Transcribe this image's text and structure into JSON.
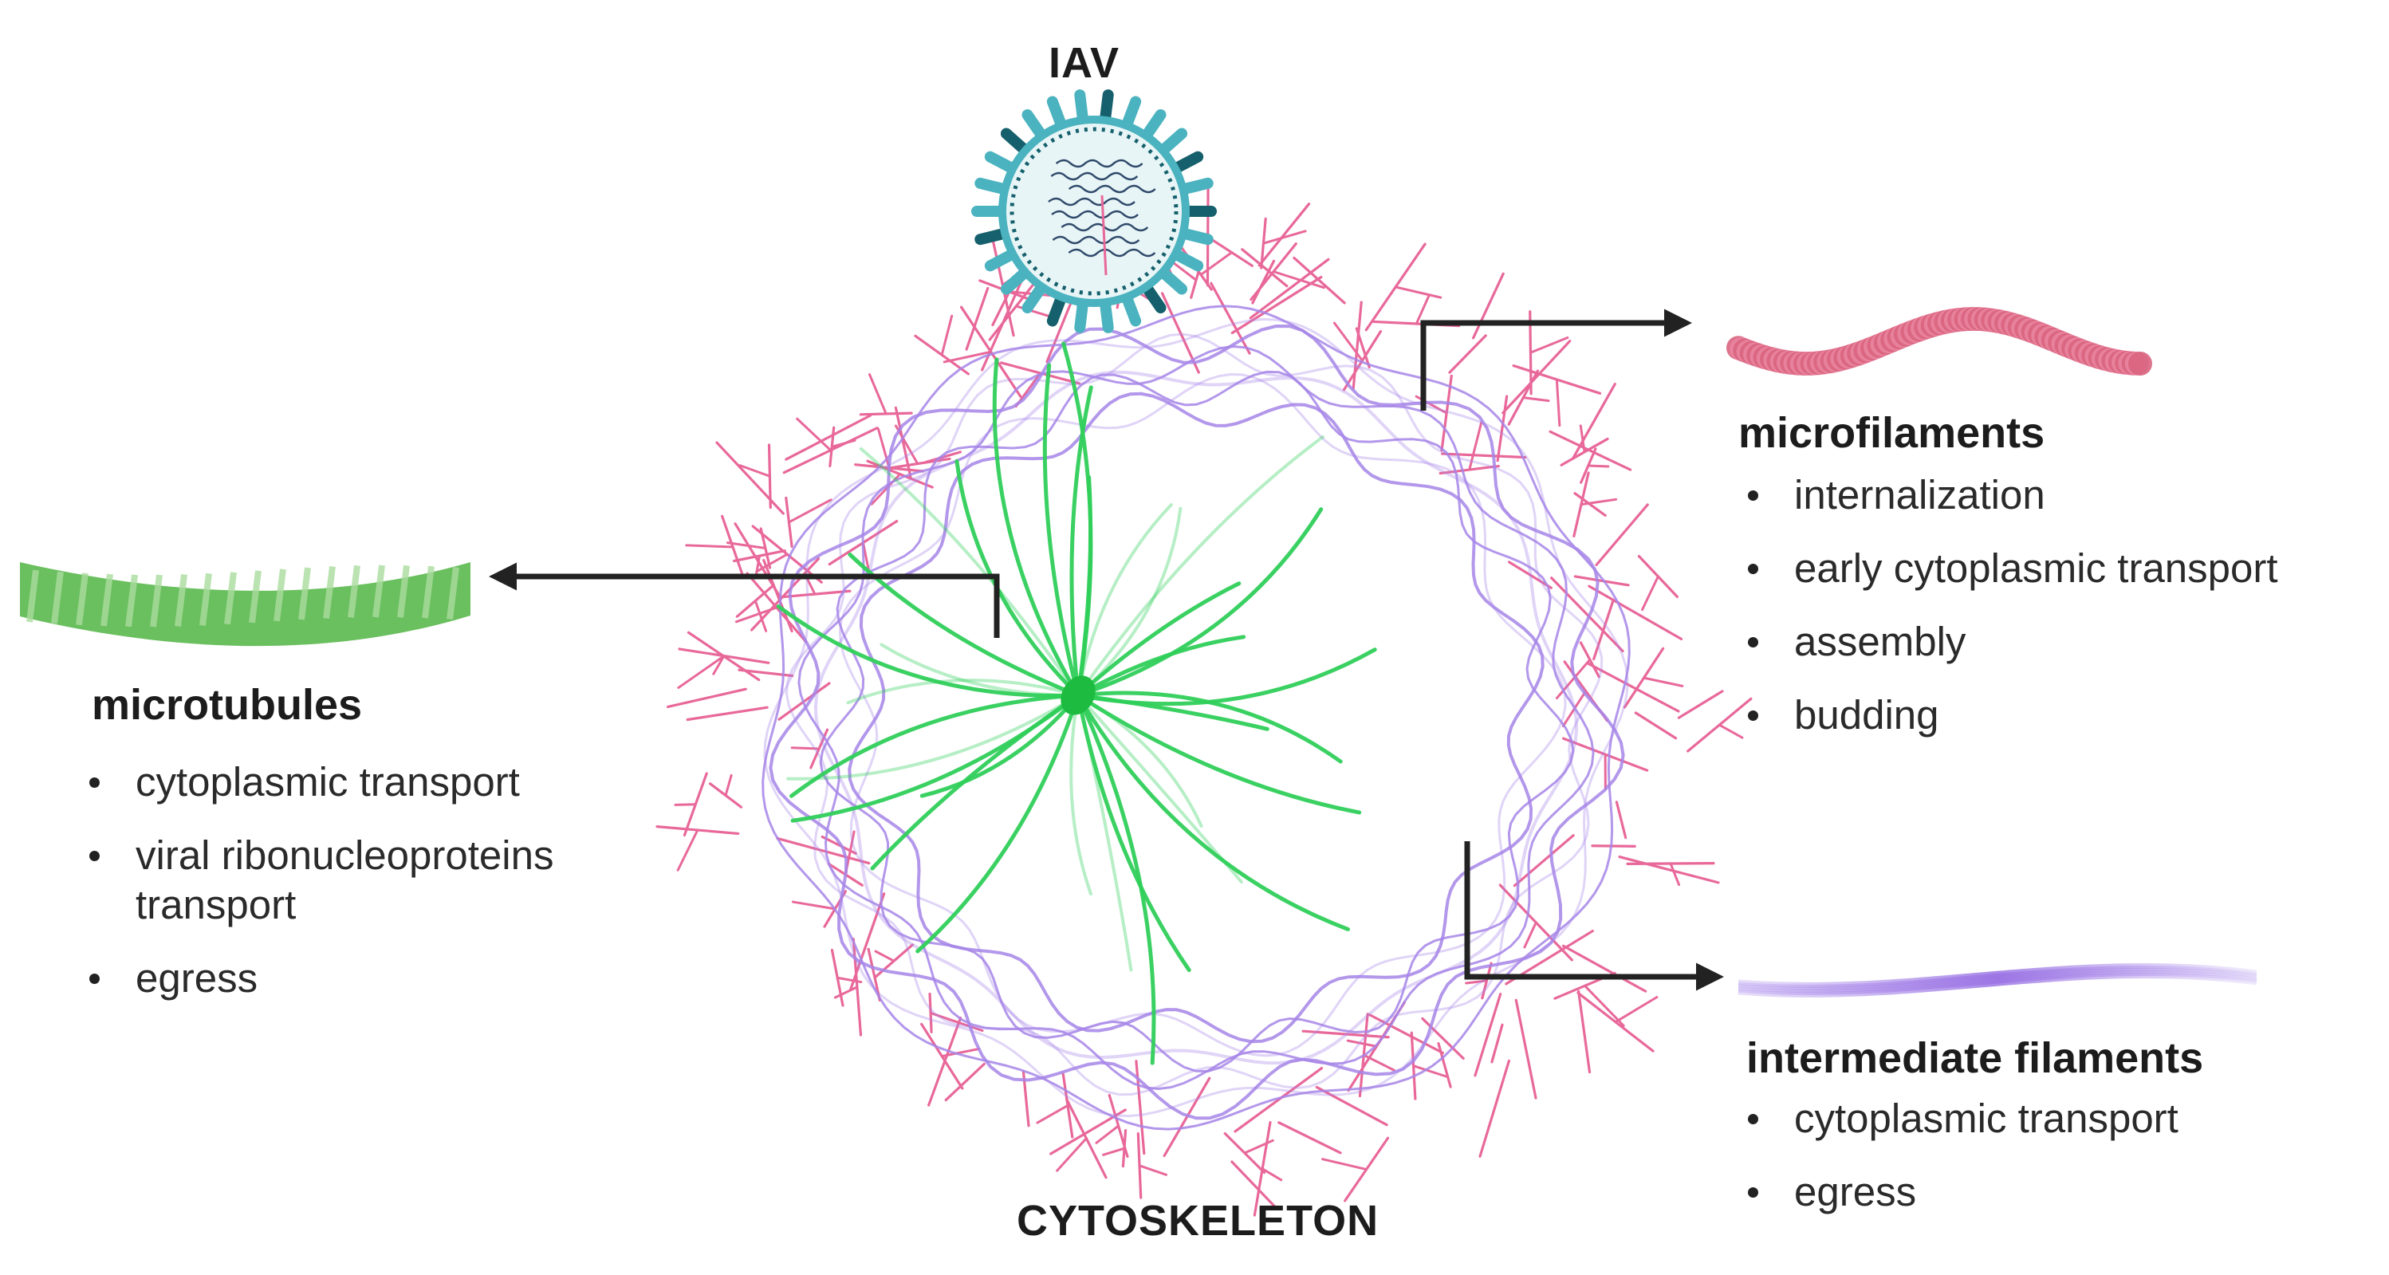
{
  "diagram": {
    "top_label": "IAV",
    "bottom_label": "CYTOSKELETON",
    "colors": {
      "microfilament": "#e8689a",
      "microtubule": "#2fcf5a",
      "intermediate": "#a685e8",
      "virus_envelope": "#4ab3bf",
      "virus_dark": "#15606c",
      "arrow": "#222222"
    }
  },
  "microfilaments": {
    "title": "microfilaments",
    "functions": [
      "internalization",
      "early cytoplasmic transport",
      "assembly",
      "budding"
    ]
  },
  "microtubules": {
    "title": "microtubules",
    "functions": [
      "cytoplasmic transport",
      "viral ribonucleoproteins transport",
      "egress"
    ]
  },
  "intermediate_filaments": {
    "title": "intermediate filaments",
    "functions": [
      "cytoplasmic transport",
      "egress"
    ]
  }
}
